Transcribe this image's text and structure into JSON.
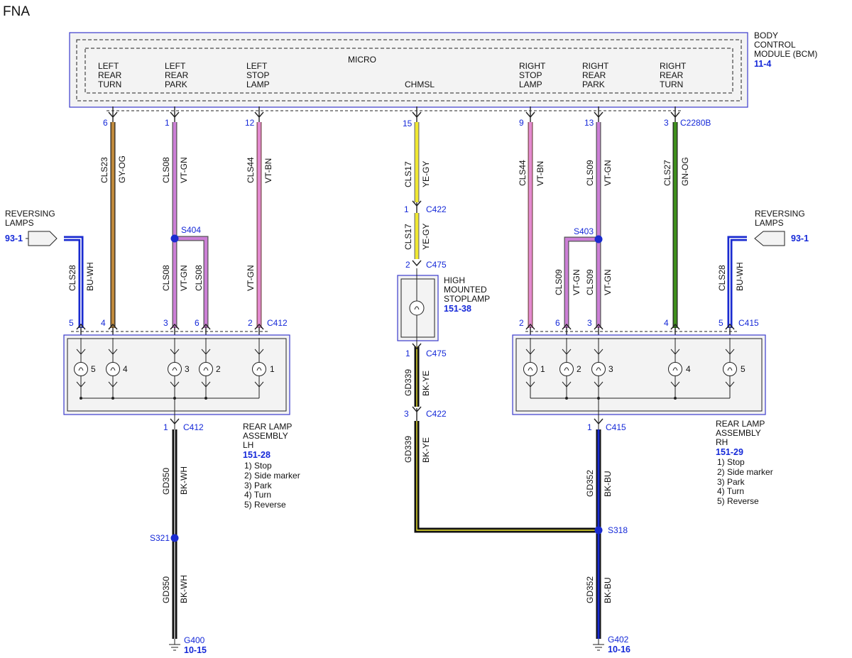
{
  "colors": {
    "accent_blue": "#1428d8",
    "gy_og": "#c08a3c",
    "vt": "#cc7fd6",
    "ye": "#f0e830",
    "gn_og": "#3f8f1c",
    "bu": "#1a2bd0",
    "bk": "#111111",
    "bk_bu": "#10148a"
  },
  "page": {
    "title": "FNA"
  },
  "bcm": {
    "name_lines": [
      "BODY",
      "CONTROL",
      "MODULE (BCM)"
    ],
    "ref": "11-4",
    "micro": "MICRO",
    "connector": "C2280B",
    "outputs": [
      {
        "id": "left-rear-turn",
        "lines": [
          "LEFT",
          "REAR",
          "TURN"
        ],
        "pin": "6",
        "circuit": "CLS23",
        "color": "GY-OG"
      },
      {
        "id": "left-rear-park",
        "lines": [
          "LEFT",
          "REAR",
          "PARK"
        ],
        "pin": "1",
        "circuit": "CLS08",
        "color": "VT-GN"
      },
      {
        "id": "left-stop-lamp",
        "lines": [
          "LEFT",
          "STOP",
          "LAMP"
        ],
        "pin": "12",
        "circuit": "CLS44",
        "color": "VT-BN"
      },
      {
        "id": "chmsl",
        "lines": [
          "CHMSL"
        ],
        "pin": "15",
        "circuit": "CLS17",
        "color": "YE-GY"
      },
      {
        "id": "right-stop-lamp",
        "lines": [
          "RIGHT",
          "STOP",
          "LAMP"
        ],
        "pin": "9",
        "circuit": "CLS44",
        "color": "VT-BN"
      },
      {
        "id": "right-rear-park",
        "lines": [
          "RIGHT",
          "REAR",
          "PARK"
        ],
        "pin": "13",
        "circuit": "CLS09",
        "color": "VT-GN"
      },
      {
        "id": "right-rear-turn",
        "lines": [
          "RIGHT",
          "REAR",
          "TURN"
        ],
        "pin": "3",
        "circuit": "CLS27",
        "color": "GN-OG"
      }
    ]
  },
  "splices": {
    "s404": "S404",
    "s403": "S403",
    "s321": "S321",
    "s318": "S318"
  },
  "reversing": {
    "left": {
      "lines": [
        "REVERSING",
        "LAMPS"
      ],
      "ref": "93-1",
      "circuit": "CLS28",
      "color": "BU-WH"
    },
    "right": {
      "lines": [
        "REVERSING",
        "LAMPS"
      ],
      "ref": "93-1",
      "circuit": "CLS28",
      "color": "BU-WH"
    }
  },
  "left_branch": {
    "circuit": "CLS08",
    "color": "VT-GN"
  },
  "right_branch": {
    "circuit": "CLS09",
    "color": "VT-GN"
  },
  "left_stop_lower": {
    "color": "VT-GN"
  },
  "chmsl_chain": {
    "c422": "C422",
    "c475": "C475",
    "pin1": "1",
    "pin2": "2",
    "pin3": "3",
    "mid": {
      "circuit": "CLS17",
      "color": "YE-GY"
    },
    "lamp": {
      "lines": [
        "HIGH",
        "MOUNTED",
        "STOPLAMP"
      ],
      "ref": "151-38"
    },
    "gnd_a": {
      "circuit": "GD339",
      "color": "BK-YE"
    },
    "gnd_b": {
      "circuit": "GD339",
      "color": "BK-YE"
    }
  },
  "lh_assembly": {
    "connector": "C412",
    "pins_top": [
      "5",
      "4",
      "3",
      "6",
      "2"
    ],
    "bulbs": [
      "5",
      "4",
      "3",
      "2",
      "1"
    ],
    "ground_pin": "1",
    "ground_connector": "C412",
    "name_lines": [
      "REAR LAMP",
      "ASSEMBLY",
      "LH"
    ],
    "ref": "151-28",
    "functions": [
      "1) Stop",
      "2) Side marker",
      "3) Park",
      "4) Turn",
      "5) Reverse"
    ],
    "ground_wire": {
      "circuit": "GD350",
      "color": "BK-WH"
    },
    "ground": "G400",
    "ground_ref": "10-15"
  },
  "rh_assembly": {
    "connector": "C415",
    "pins_top": [
      "2",
      "6",
      "3",
      "4",
      "5"
    ],
    "bulbs": [
      "1",
      "2",
      "3",
      "4",
      "5"
    ],
    "ground_pin": "1",
    "ground_connector": "C415",
    "name_lines": [
      "REAR LAMP",
      "ASSEMBLY",
      "RH"
    ],
    "ref": "151-29",
    "functions": [
      "1) Stop",
      "2) Side marker",
      "3) Park",
      "4) Turn",
      "5) Reverse"
    ],
    "ground_wire": {
      "circuit": "GD352",
      "color": "BK-BU"
    },
    "ground": "G402",
    "ground_ref": "10-16"
  }
}
